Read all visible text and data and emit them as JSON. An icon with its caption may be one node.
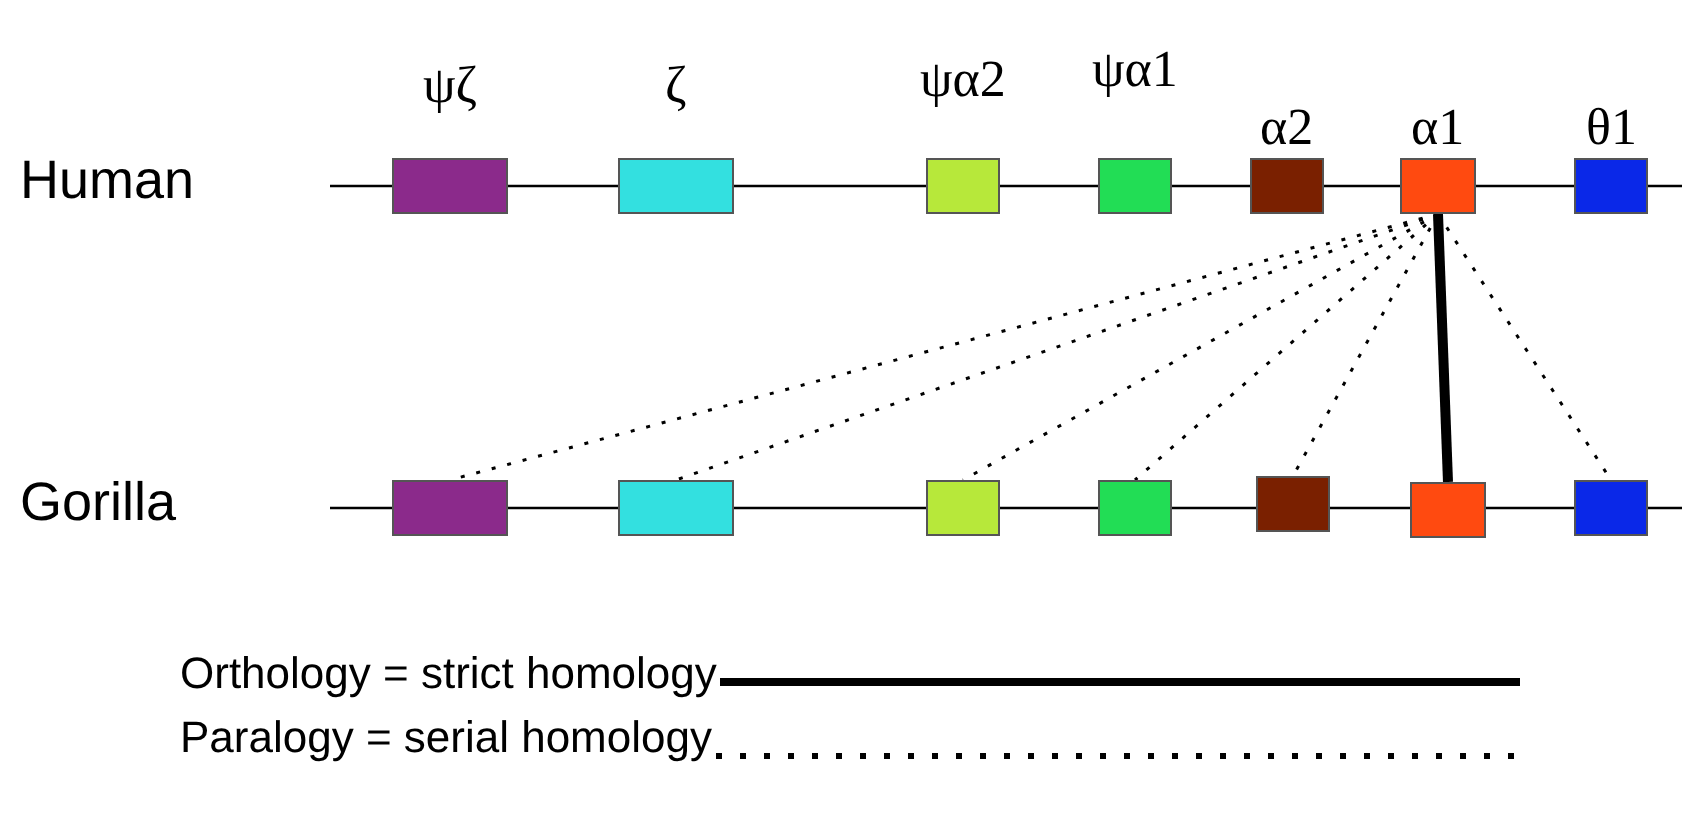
{
  "diagram": {
    "nodes": [
      {
        "text": [
          "ψζ"
        ]
      },
      {
        "text": [
          "ζ"
        ]
      },
      {
        "text": [
          "ψα2"
        ]
      },
      {
        "text": [
          "ψα1"
        ]
      },
      {
        "text": [
          "α2"
        ]
      },
      {
        "text": [
          "α1"
        ]
      },
      {
        "text": [
          "θ1"
        ]
      },
      {
        "text": [],
        "shape": "box"
      },
      {
        "text": [],
        "shape": "box"
      },
      {
        "text": [],
        "shape": "box"
      },
      {
        "text": [],
        "shape": "box"
      },
      {
        "text": [],
        "shape": "box"
      },
      {
        "text": [],
        "shape": "box"
      },
      {
        "text": [],
        "shape": "box"
      }
    ],
    "edges": [
      {
        "from": 5,
        "to": 7,
        "arrow": "none",
        "style": "dashed"
      },
      {
        "from": 5,
        "to": 8,
        "arrow": "none",
        "style": "dashed"
      },
      {
        "from": 5,
        "to": 9,
        "arrow": "none",
        "style": "dashed"
      },
      {
        "from": 5,
        "to": 10,
        "arrow": "none",
        "style": "dashed"
      },
      {
        "from": 5,
        "to": 11,
        "arrow": "none",
        "style": "dashed"
      },
      {
        "from": 5,
        "to": 12,
        "arrow": "none",
        "style": "thick"
      },
      {
        "from": 5,
        "to": 13,
        "arrow": "none",
        "style": "dashed"
      }
    ],
    "labels": [
      "Human",
      "Gorilla"
    ],
    "legend": [
      {
        "text": "Orthology = strict homology"
      },
      {
        "text": "Paralogy = serial homology"
      }
    ]
  }
}
